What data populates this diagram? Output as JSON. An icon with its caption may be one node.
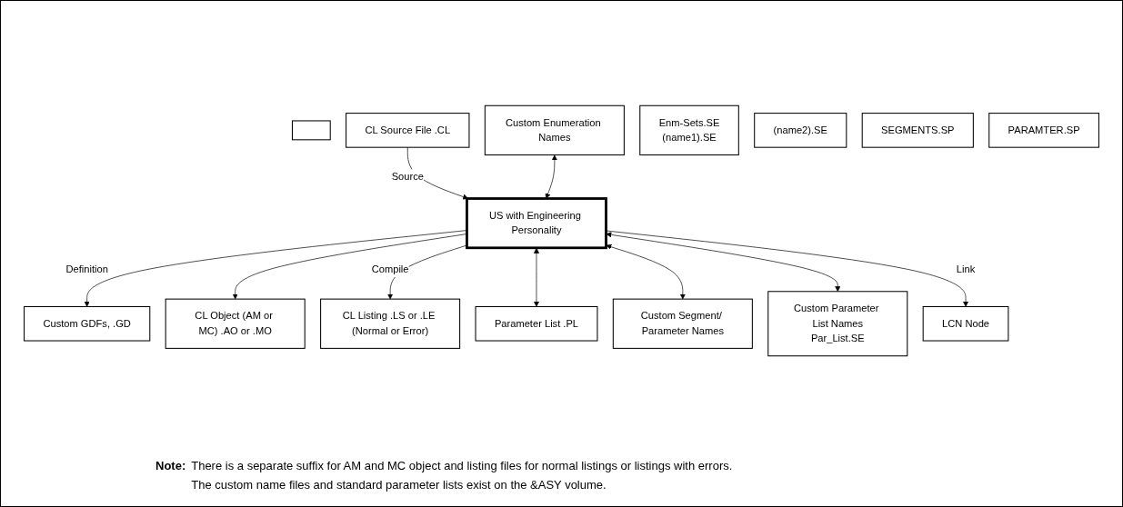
{
  "diagram": {
    "nodes": [
      {
        "text": [
          "Custom GDFs, .GD"
        ]
      },
      {
        "text": [],
        "shape": "box"
      },
      {
        "text": [
          "CL Source File .CL"
        ]
      },
      {
        "text": [
          "CL Object (AM or MC) .AO or .MO"
        ]
      },
      {
        "text": [
          "CL Listing .LS or .LE (Normal or Error)"
        ]
      },
      {
        "text": [
          "Parameter List .PL"
        ]
      },
      {
        "text": [
          "US with Engineering Personality"
        ]
      },
      {
        "text": [
          "Custom Enumeration Names"
        ]
      },
      {
        "text": [
          "Enm-Sets.SE",
          "(name1).SE"
        ]
      },
      {
        "text": [
          "(name2).SE"
        ]
      },
      {
        "text": [
          "Custom Segment/ Parameter Names"
        ]
      },
      {
        "text": [
          "SEGMENTS.SP"
        ]
      },
      {
        "text": [
          "PARAMTER.SP"
        ]
      },
      {
        "text": [
          "Custom Parameter List Names",
          "Par_List.SE"
        ]
      },
      {
        "text": [
          "LCN Node"
        ]
      }
    ],
    "edges": [
      {
        "from": 6,
        "to": 0,
        "arrow": "to",
        "label": "Definition"
      },
      {
        "from": 2,
        "to": 6,
        "arrow": "to",
        "label": "Source"
      },
      {
        "from": 6,
        "to": 3,
        "arrow": "to"
      },
      {
        "from": 6,
        "to": 4,
        "arrow": "to",
        "label": "Compile"
      },
      {
        "from": 6,
        "to": 5,
        "arrow": "both"
      },
      {
        "from": 7,
        "to": 6,
        "arrow": "both"
      },
      {
        "from": 6,
        "to": 10,
        "arrow": "both"
      },
      {
        "from": 6,
        "to": 13,
        "arrow": "both"
      },
      {
        "from": 6,
        "to": 14,
        "arrow": "to",
        "label": "Link"
      }
    ],
    "labels": [
      "Note:",
      "There is a separate suffix for AM and MC object and listing files for normal listings or listings with errors.",
      "The custom name files and standard parameter lists exist on the &ASY volume."
    ]
  }
}
